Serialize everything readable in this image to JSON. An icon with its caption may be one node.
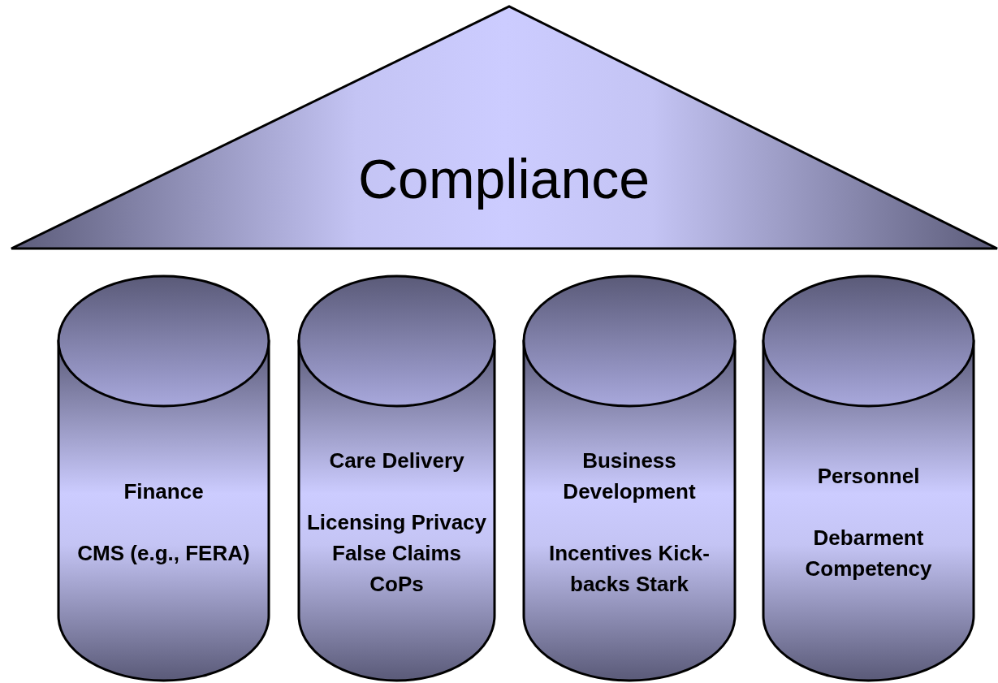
{
  "diagram": {
    "nodes": [
      {
        "text": [
          "Compliance"
        ]
      },
      {
        "text": [
          "Finance",
          "CMS (e.g., FERA)"
        ]
      },
      {
        "text": [
          "Care Delivery",
          "Licensing Privacy False Claims CoPs"
        ]
      },
      {
        "text": [
          "Business Development",
          "Incentives Kick-backs Stark"
        ]
      },
      {
        "text": [
          "Personnel",
          "Debarment Competency"
        ]
      }
    ]
  }
}
